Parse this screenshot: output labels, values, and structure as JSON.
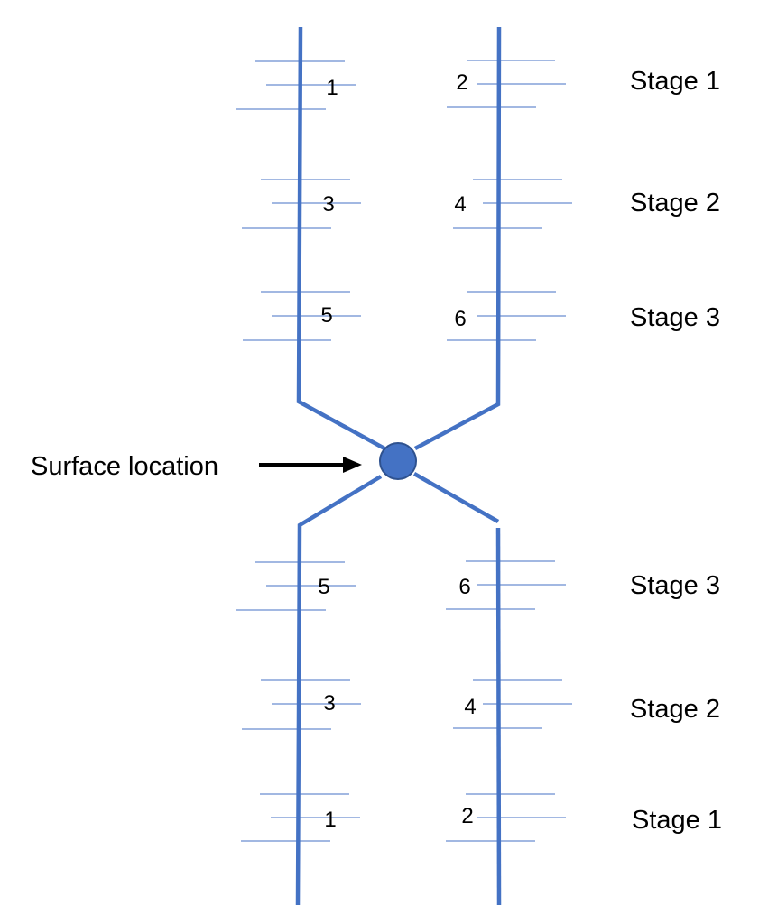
{
  "colors": {
    "wellbore": "#4472C4",
    "fracture_line": "#4472C4",
    "surface_node_fill": "#4472C4",
    "surface_node_stroke": "#2F528F",
    "arrow": "#000000",
    "text": "#000000",
    "background": "#FFFFFF"
  },
  "surface": {
    "label": "Surface location"
  },
  "upper_section": {
    "rows": [
      {
        "stage": "Stage 1",
        "left_number": "1",
        "right_number": "2"
      },
      {
        "stage": "Stage 2",
        "left_number": "3",
        "right_number": "4"
      },
      {
        "stage": "Stage 3",
        "left_number": "5",
        "right_number": "6"
      }
    ]
  },
  "lower_section": {
    "rows": [
      {
        "stage": "Stage 3",
        "left_number": "5",
        "right_number": "6"
      },
      {
        "stage": "Stage 2",
        "left_number": "3",
        "right_number": "4"
      },
      {
        "stage": "Stage 1",
        "left_number": "1",
        "right_number": "2"
      }
    ]
  },
  "icons": {
    "surface_node": "circle-node-icon",
    "pointer": "right-arrow-icon"
  }
}
